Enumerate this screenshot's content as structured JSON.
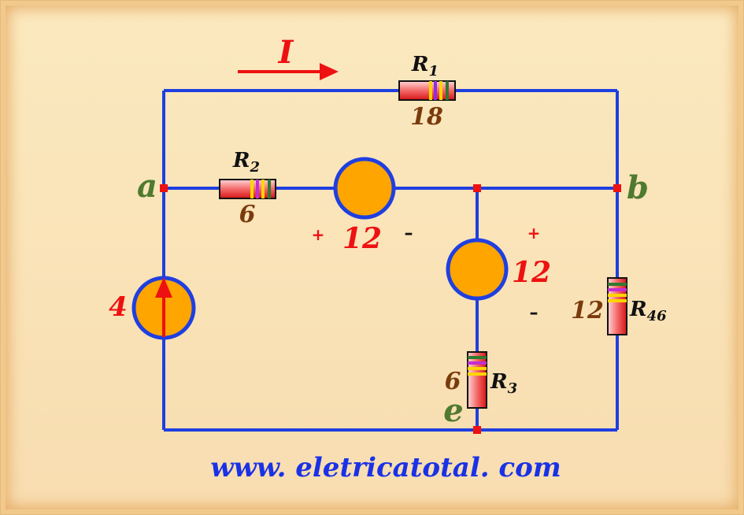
{
  "current_label": "I",
  "nodes": {
    "a": "a",
    "b": "b",
    "e": "e"
  },
  "resistors": {
    "r1": {
      "name": "R",
      "sub": "1",
      "value": "18"
    },
    "r2": {
      "name": "R",
      "sub": "2",
      "value": "6"
    },
    "r3": {
      "name": "R",
      "sub": "3",
      "value": "6"
    },
    "r46": {
      "name": "R",
      "sub": "46",
      "value": "12"
    }
  },
  "sources": {
    "v_horizontal": {
      "value": "12",
      "plus": "+",
      "minus": "–"
    },
    "v_vertical": {
      "value": "12",
      "plus": "+",
      "minus": "–"
    },
    "i_source": {
      "value": "4"
    }
  },
  "website": "www. eletricatotal. com",
  "colors": {
    "wire": "#1f3fe0",
    "source_fill": "#ffa500",
    "red": "#ee1111",
    "brown": "#7a3b0c",
    "green": "#4f7a2f",
    "blue_text": "#1a32e6"
  }
}
